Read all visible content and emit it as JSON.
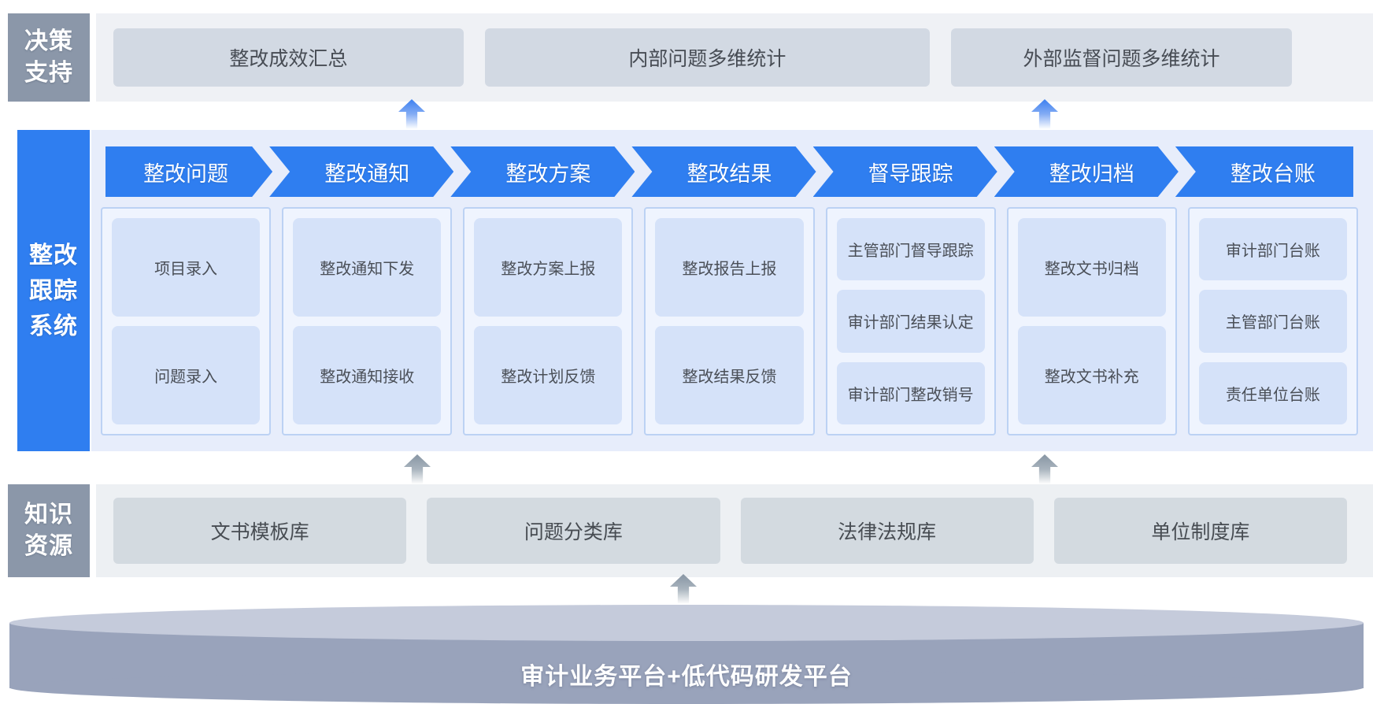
{
  "diagram": {
    "decision": {
      "label": "决策支持",
      "label_lines": [
        "决策",
        "支持"
      ],
      "boxes": [
        "整改成效汇总",
        "内部问题多维统计",
        "外部监督问题多维统计"
      ]
    },
    "tracking": {
      "label": "整改跟踪系统",
      "label_lines": [
        "整改",
        "跟踪",
        "系统"
      ],
      "columns": [
        {
          "header": "整改问题",
          "items": [
            "项目录入",
            "问题录入"
          ]
        },
        {
          "header": "整改通知",
          "items": [
            "整改通知下发",
            "整改通知接收"
          ]
        },
        {
          "header": "整改方案",
          "items": [
            "整改方案上报",
            "整改计划反馈"
          ]
        },
        {
          "header": "整改结果",
          "items": [
            "整改报告上报",
            "整改结果反馈"
          ]
        },
        {
          "header": "督导跟踪",
          "items": [
            "主管部门督导跟踪",
            "审计部门结果认定",
            "审计部门整改销号"
          ]
        },
        {
          "header": "整改归档",
          "items": [
            "整改文书归档",
            "整改文书补充"
          ]
        },
        {
          "header": "整改台账",
          "items": [
            "审计部门台账",
            "主管部门台账",
            "责任单位台账"
          ]
        }
      ]
    },
    "knowledge": {
      "label": "知识资源",
      "label_lines": [
        "知识",
        "资源"
      ],
      "boxes": [
        "文书模板库",
        "问题分类库",
        "法律法规库",
        "单位制度库"
      ]
    },
    "platform": {
      "title": "审计业务平台+低代码研发平台"
    },
    "colors": {
      "accent_blue": "#2F7EF0",
      "label_gray": "#8B97A9",
      "tracking_bg": "#E7EDFB",
      "panel_bg": "#EFF4FE",
      "panel_border": "#BCD2F4",
      "module_box_bg": "#D5E2F9",
      "top_section_bg": "#EFF1F5",
      "top_box_bg": "#D2D9E3",
      "knowledge_bg": "#EDF0F3",
      "knowledge_box_bg": "#D3DAE0",
      "platform_top": "#C5CBDB",
      "platform_body": "#99A3BB"
    }
  }
}
